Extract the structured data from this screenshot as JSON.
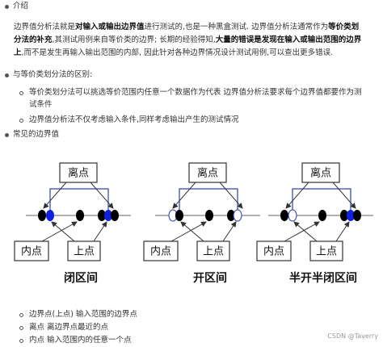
{
  "sections": {
    "intro_heading": "介绍",
    "intro_p1_a": "边界值分析法就是",
    "intro_p1_b": "对输入或输出边界值",
    "intro_p1_c": "进行测试的,也是一种黑盒测试. 边界值分析法通常作为",
    "intro_p1_d": "等价类划",
    "intro_p2_a": "分法的补充",
    "intro_p2_b": ",其测试用例来自等价类的边界; 长期的经验得知,",
    "intro_p2_c": "大量的错误是发现在输入或输出范围的边界",
    "intro_p3": "上",
    "intro_p3_b": ",而不是发生再输入输出范围的内部, 因此针对各种边界情况设计测试用例,可以查出更多错误.",
    "diff_heading": "与等价类划分法的区别:",
    "diff_1_line1": "等价类划分法可以挑选等价范围内任意一个数据作为代表 边界值分析法要求每个边界值都要作为测",
    "diff_1_line2": "试条件",
    "diff_2": "边界值分析法不仅考虑输入条件,同样考虑输出产生的测试情况",
    "common_heading": "常见的边界值",
    "legend_1": "边界点(上点) 输入范围的边界点",
    "legend_2": "离点 离边界点最近的点",
    "legend_3": "内点 输入范围内的任意一个点"
  },
  "diagram": {
    "off_point": "离点",
    "inner_point": "内点",
    "on_point": "上点",
    "titles": [
      "闭区间",
      "开区间",
      "半开半闭区间"
    ]
  },
  "colors": {
    "blue_point": "#1020e0",
    "black_point": "#000000",
    "range_line": "#3040b0"
  },
  "watermark": "CSDN @Taverry"
}
